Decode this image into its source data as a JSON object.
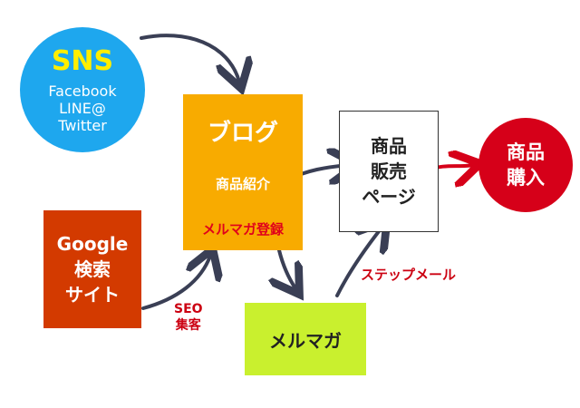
{
  "sns": {
    "title": "SNS",
    "lines": [
      "Facebook",
      "LINE@",
      "Twitter"
    ]
  },
  "blog": {
    "title": "ブログ",
    "item1": "商品紹介",
    "item2": "メルマガ登録"
  },
  "product_page": {
    "lines": [
      "商品",
      "販売",
      "ページ"
    ]
  },
  "purchase": {
    "lines": [
      "商品",
      "購入"
    ]
  },
  "google": {
    "lines": [
      "Google",
      "検索",
      "サイト"
    ]
  },
  "mail_magazine": {
    "label": "メルマガ"
  },
  "labels": {
    "seo": [
      "SEO",
      "集客"
    ],
    "step_mail": "ステップメール"
  },
  "colors": {
    "sns": "#1ea7ee",
    "sns_title": "#ffee00",
    "blog": "#f8ab00",
    "purchase": "#d60019",
    "google": "#d33a00",
    "mail_magazine": "#c9f02e",
    "arrow": "#3a3f55",
    "arrow_red": "#d60019"
  }
}
